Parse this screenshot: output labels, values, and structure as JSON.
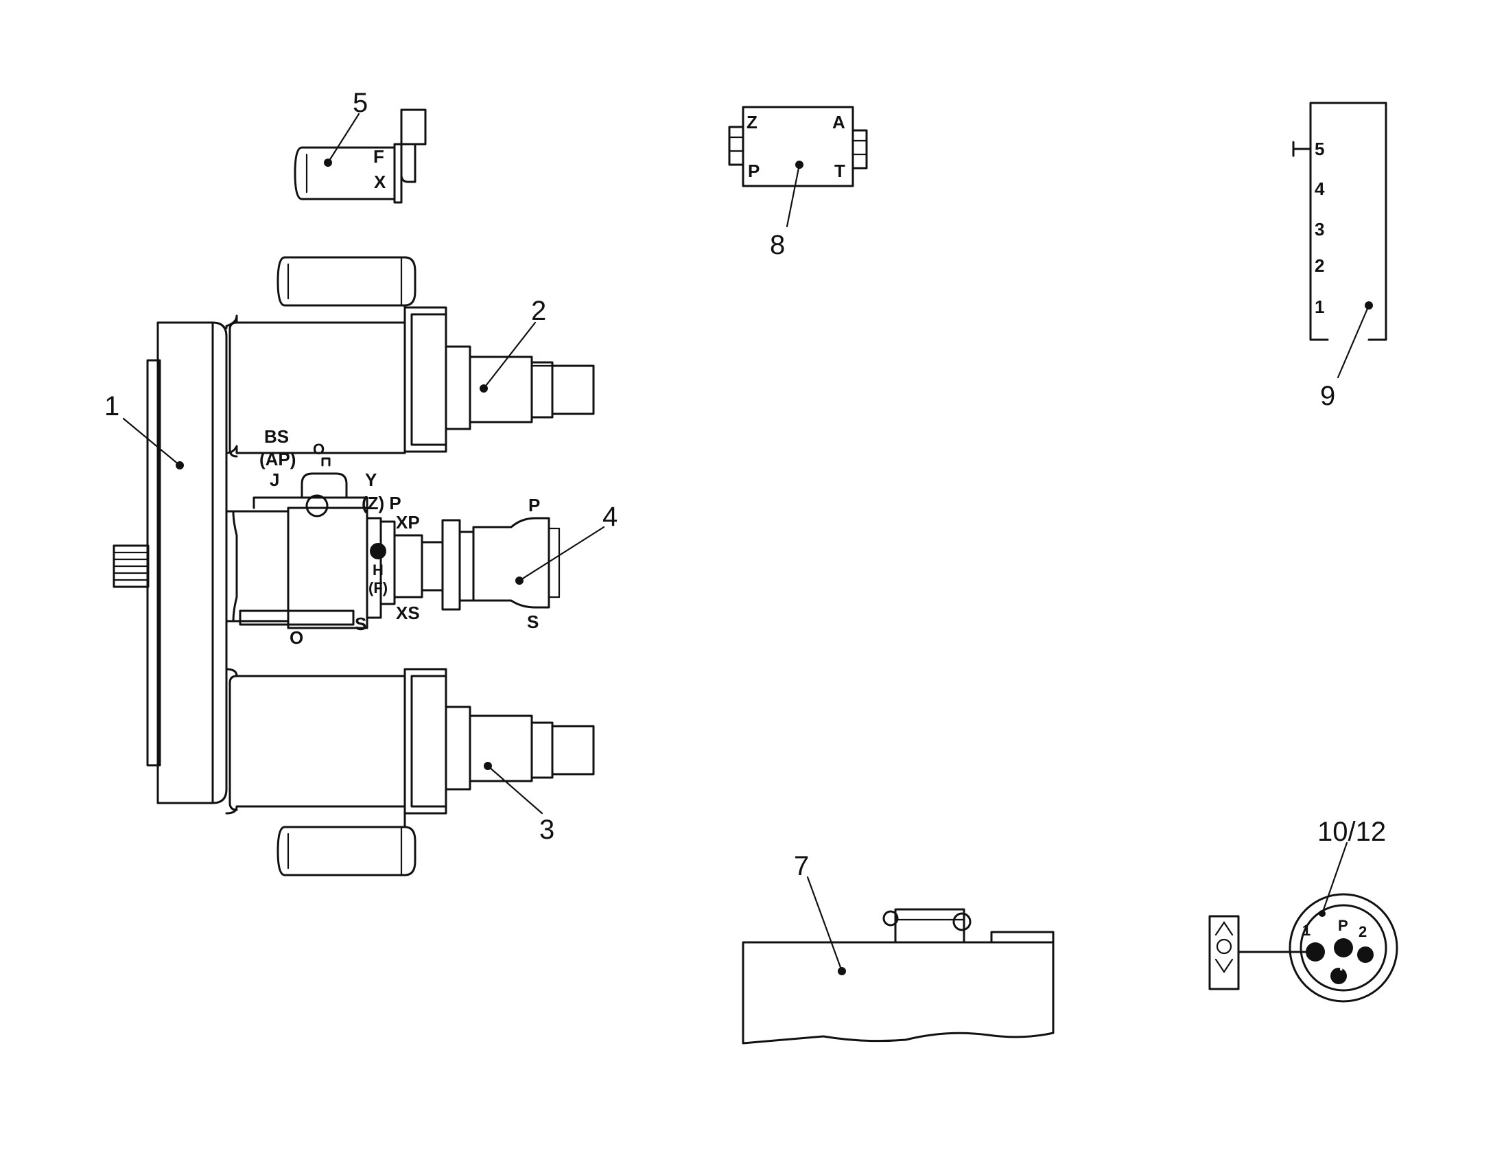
{
  "callouts": {
    "c1": "1",
    "c2": "2",
    "c3": "3",
    "c4": "4",
    "c5": "5",
    "c7": "7",
    "c8": "8",
    "c9": "9",
    "c10": "10/12"
  },
  "ports": {
    "bs": "BS",
    "ap": "(AP)",
    "j": "J",
    "o_top": "O",
    "y": "Y",
    "zp": "(Z) P",
    "xp": "XP",
    "h": "H",
    "f": "(F)",
    "xs": "XS",
    "s_mid": "S",
    "o_bottom": "O",
    "p4": "P",
    "s4": "S"
  },
  "valve5": {
    "f": "F",
    "x": "X"
  },
  "valve8": {
    "z": "Z",
    "a": "A",
    "p": "P",
    "t": "T"
  },
  "block9": {
    "p5": "5",
    "p4": "4",
    "p3": "3",
    "p2": "2",
    "p1": "1"
  },
  "connector": {
    "pin1": "1",
    "pinP": "P",
    "pin2": "2",
    "pinT": "T"
  }
}
